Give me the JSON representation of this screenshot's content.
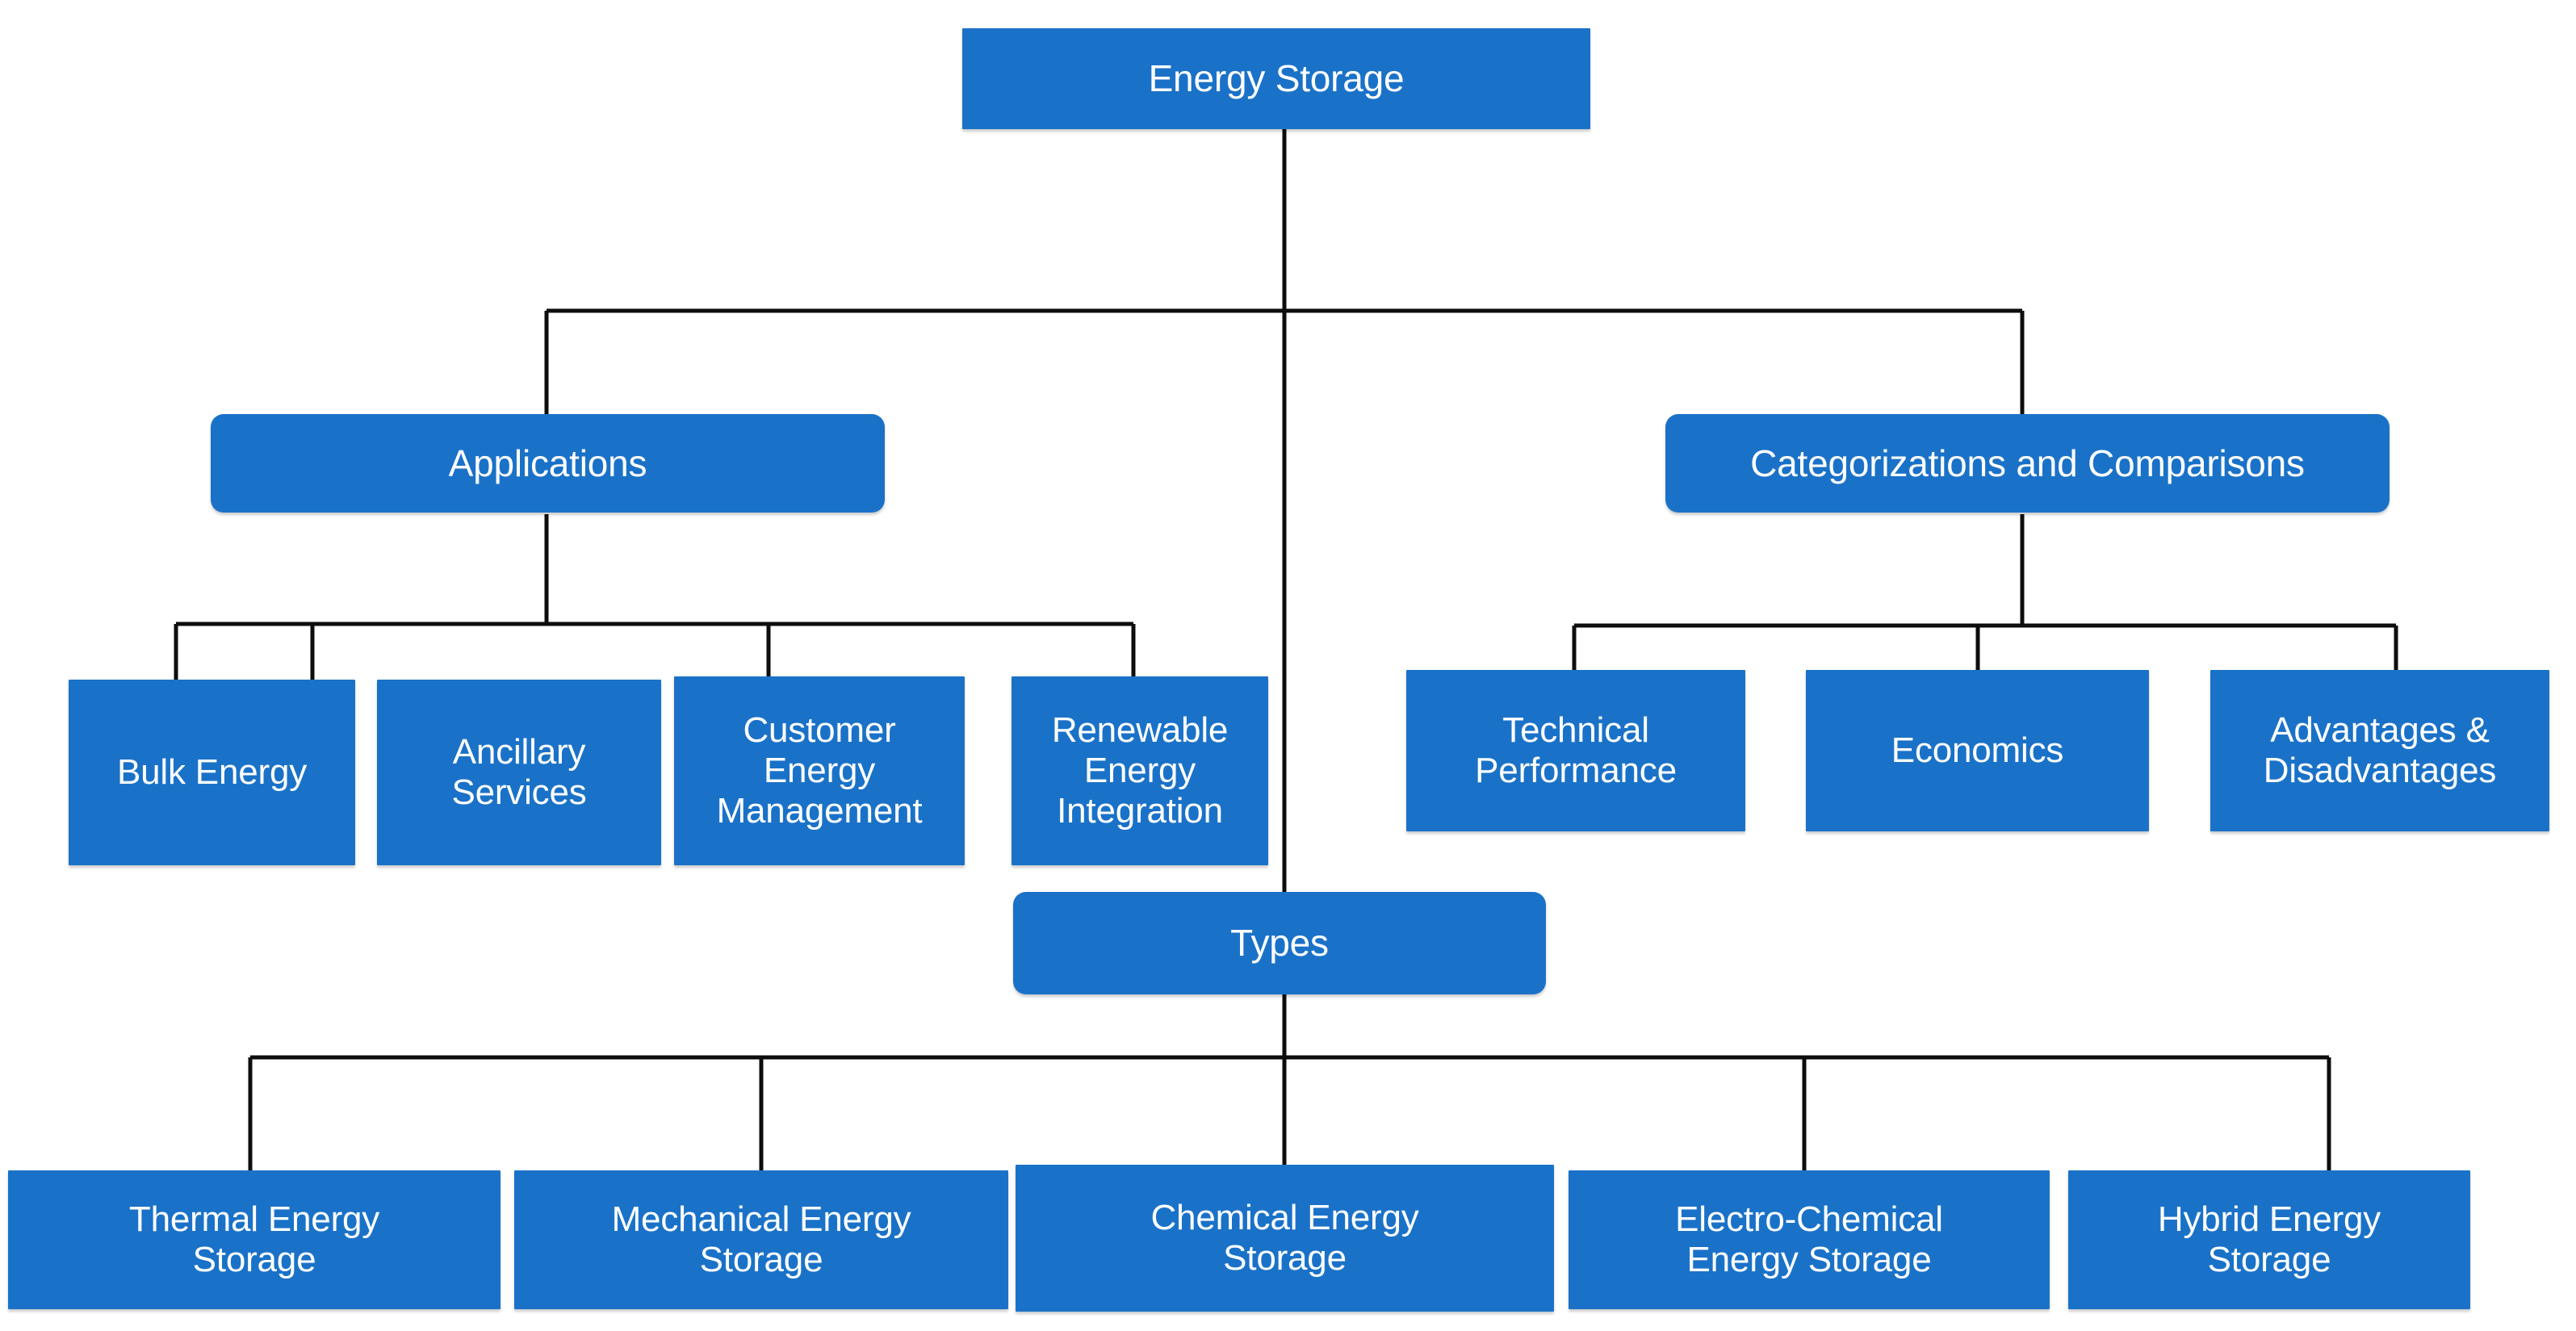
{
  "diagram": {
    "title_node": "Energy Storage",
    "colors": {
      "node_fill": "#1a72c8",
      "node_text": "#ffffff",
      "connector": "#0d0d0d",
      "background": "#ffffff"
    },
    "nodes": {
      "root": {
        "label": "Energy Storage"
      },
      "level2": [
        {
          "label": "Applications"
        },
        {
          "label": "Categorizations and Comparisons"
        },
        {
          "label": "Types"
        }
      ],
      "applications_children": [
        {
          "label": "Bulk Energy"
        },
        {
          "label": "Ancillary\nServices"
        },
        {
          "label": "Customer\nEnergy\nManagement"
        },
        {
          "label": "Renewable\nEnergy\nIntegration"
        }
      ],
      "categorizations_children": [
        {
          "label": "Technical\nPerformance"
        },
        {
          "label": "Economics"
        },
        {
          "label": "Advantages &\nDisadvantages"
        }
      ],
      "types_children": [
        {
          "label": "Thermal Energy\nStorage"
        },
        {
          "label": "Mechanical Energy\nStorage"
        },
        {
          "label": "Chemical Energy\nStorage"
        },
        {
          "label": "Electro-Chemical\nEnergy Storage"
        },
        {
          "label": "Hybrid Energy\nStorage"
        }
      ]
    }
  }
}
